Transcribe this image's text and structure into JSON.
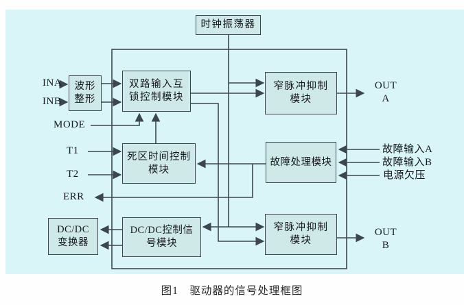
{
  "palette": {
    "page_bg": "#fefefe",
    "panel_bg": "#d9f5f7",
    "box_fill": "#cfe9e8",
    "line_color": "#3c4650",
    "text_color": "#15181c",
    "caption_color": "#2a2a2a"
  },
  "caption": "图1　驱动器的信号处理框图",
  "blocks": {
    "clock_oscillator": {
      "lines": [
        "时钟振荡器"
      ]
    },
    "wave_shaper": {
      "lines": [
        "波形",
        "整形"
      ]
    },
    "dual_input_interlock": {
      "lines": [
        "双路输入互",
        "锁控制模块"
      ]
    },
    "narrow_pulse_a": {
      "lines": [
        "窄脉冲抑制",
        "模块"
      ]
    },
    "dead_time_control": {
      "lines": [
        "死区时间控制",
        "模块"
      ]
    },
    "fault_handler": {
      "lines": [
        "故障处理模块"
      ]
    },
    "dcdc_converter": {
      "lines": [
        "DC/DC",
        "变换器"
      ]
    },
    "dcdc_control_signal": {
      "lines": [
        "DC/DC控制信",
        "号模块"
      ]
    },
    "narrow_pulse_b": {
      "lines": [
        "窄脉冲抑制",
        "模块"
      ]
    }
  },
  "pins": {
    "ina": "INA",
    "inb": "INB",
    "mode": "MODE",
    "t1": "T1",
    "t2": "T2",
    "err": "ERR",
    "out_a": [
      "OUT",
      "A"
    ],
    "out_b": [
      "OUT",
      "B"
    ],
    "fault_input_a": "故障输入A",
    "fault_input_b": "故障输入B",
    "undervoltage": "电源欠压"
  }
}
